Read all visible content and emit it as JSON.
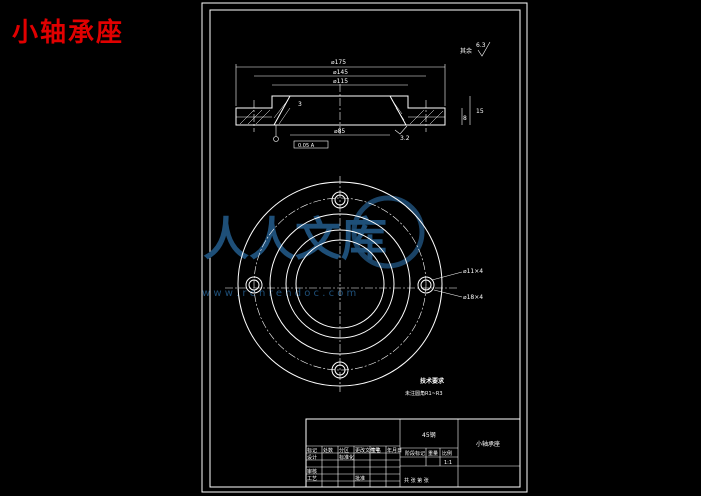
{
  "title": "小轴承座",
  "drawing": {
    "roughness_note": "其余",
    "roughness_value": "6.3",
    "dims": {
      "d175": "⌀175",
      "d145": "⌀145",
      "d115": "⌀115",
      "d85": "⌀85",
      "h15": "15",
      "h8": "8",
      "chamfer": "3",
      "r32": "3.2",
      "tol_box": "0.05 A",
      "hole_11": "⌀11×4",
      "hole_18": "⌀18×4"
    },
    "tech_req_title": "技术要求",
    "tech_req_text": "未注圆角R1~R3"
  },
  "watermark": {
    "text": "人人文库",
    "url": "w w w . r e n r e n d o c . c o m"
  },
  "title_block": {
    "material": "45钢",
    "part_name": "小轴承座",
    "scale_label": "比例",
    "scale_value": "1:1",
    "weight_label": "重量",
    "stage_label": "阶段标记",
    "sheet_label": "共  张  第  张",
    "row_labels": [
      "标记",
      "设计",
      "审核",
      "工艺"
    ],
    "header_cells": [
      "处数",
      "分区",
      "更改文件号",
      "签名",
      "年月日"
    ],
    "std_label": "标准化",
    "approve_label": "批准"
  },
  "colors": {
    "background": "#000000",
    "lines": "#ffffff",
    "title": "#e00000",
    "watermark": "#1e4f78"
  }
}
